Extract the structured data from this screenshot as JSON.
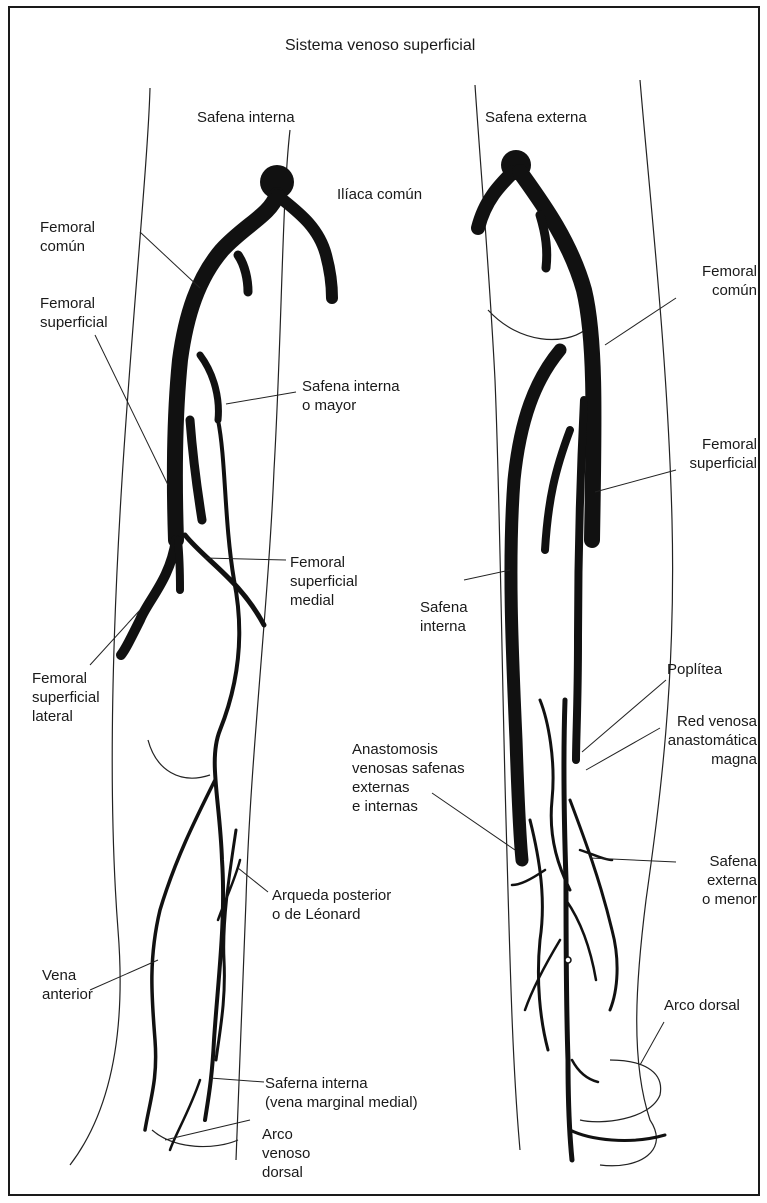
{
  "title": "Sistema venoso superficial",
  "left_leg": {
    "heading": "Safena interna",
    "labels": {
      "iliaca": "Ilíaca común",
      "femoral_comun": "Femoral\ncomún",
      "femoral_superficial": "Femoral\nsuperficial",
      "safena_interna_mayor": "Safena interna\no mayor",
      "femoral_superficial_medial": "Femoral\nsuperficial\nmedial",
      "femoral_superficial_lateral": "Femoral\nsuperficial\nlateral",
      "arqueda_posterior": "Arqueda posterior\no de Léonard",
      "vena_anterior": "Vena\nanterior",
      "saferna_interna_marginal": "Saferna interna\n(vena marginal medial)",
      "arco_venoso_dorsal": "Arco\nvenoso\ndorsal"
    }
  },
  "right_leg": {
    "heading": "Safena externa",
    "labels": {
      "femoral_comun": "Femoral\ncomún",
      "femoral_superficial": "Femoral\nsuperficial",
      "safena_interna": "Safena\ninterna",
      "poplitea": "Poplítea",
      "red_venosa": "Red venosa\nanastomática\nmagna",
      "anastomosis": "Anastomosis\nvenosas safenas\nexternas\ne internas",
      "safena_externa_menor": "Safena\nexterna\no menor",
      "arco_dorsal": "Arco dorsal"
    }
  }
}
